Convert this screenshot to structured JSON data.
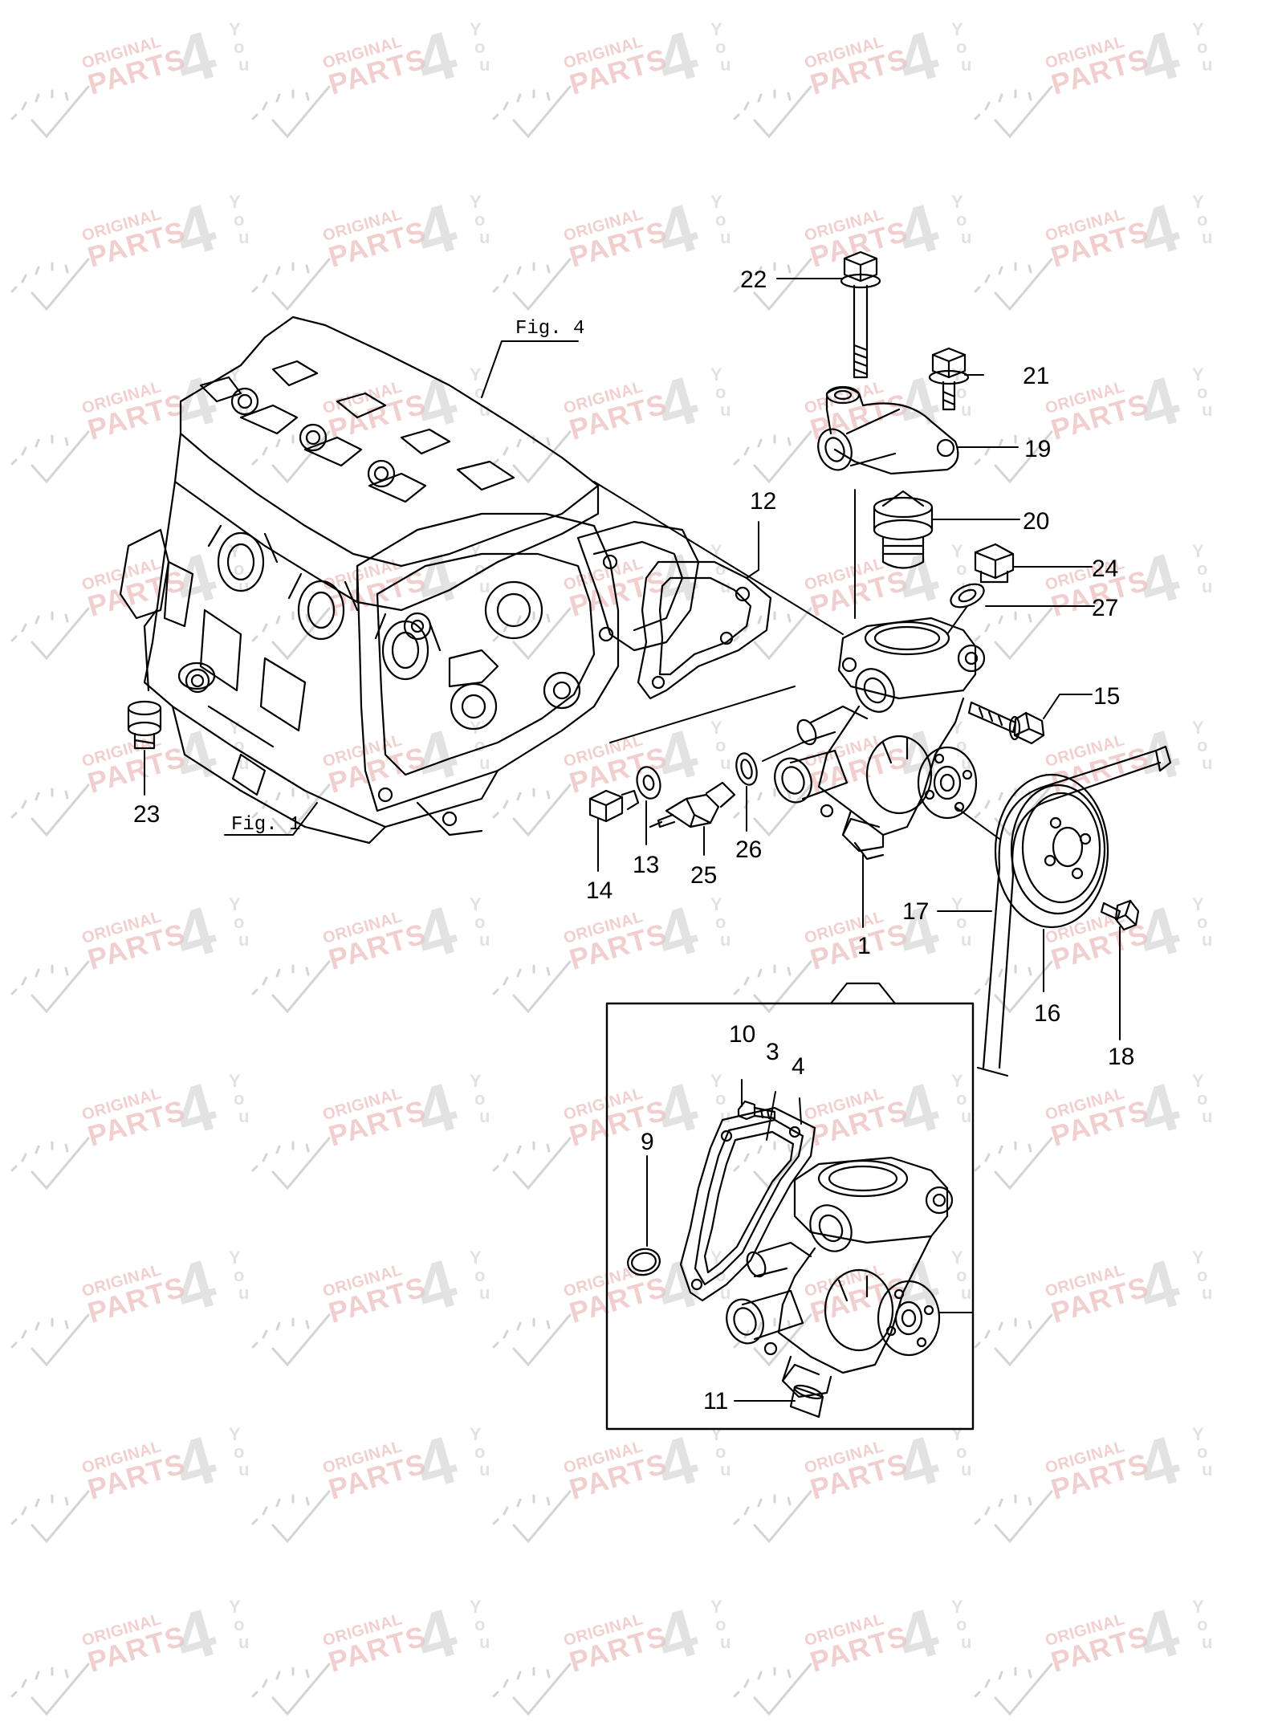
{
  "watermark": {
    "line1": "ORIGINAL",
    "line2": "PARTS",
    "big": "4",
    "you": [
      "Y",
      "o",
      "u"
    ],
    "color": "#e7a9a9"
  },
  "figure_refs": [
    {
      "id": "fig4",
      "text": "Fig. 4"
    },
    {
      "id": "fig1",
      "text": "Fig. 1"
    }
  ],
  "callouts": [
    {
      "id": "c22",
      "text": "22"
    },
    {
      "id": "c21",
      "text": "21"
    },
    {
      "id": "c19",
      "text": "19"
    },
    {
      "id": "c20",
      "text": "20"
    },
    {
      "id": "c24",
      "text": "24"
    },
    {
      "id": "c27",
      "text": "27"
    },
    {
      "id": "c12",
      "text": "12"
    },
    {
      "id": "c15",
      "text": "15"
    },
    {
      "id": "c23",
      "text": "23"
    },
    {
      "id": "c14",
      "text": "14"
    },
    {
      "id": "c13",
      "text": "13"
    },
    {
      "id": "c25",
      "text": "25"
    },
    {
      "id": "c26",
      "text": "26"
    },
    {
      "id": "c1",
      "text": "1"
    },
    {
      "id": "c17",
      "text": "17"
    },
    {
      "id": "c16",
      "text": "16"
    },
    {
      "id": "c18",
      "text": "18"
    },
    {
      "id": "c10",
      "text": "10"
    },
    {
      "id": "c3",
      "text": "3"
    },
    {
      "id": "c4",
      "text": "4"
    },
    {
      "id": "c9",
      "text": "9"
    },
    {
      "id": "c11",
      "text": "11"
    }
  ]
}
